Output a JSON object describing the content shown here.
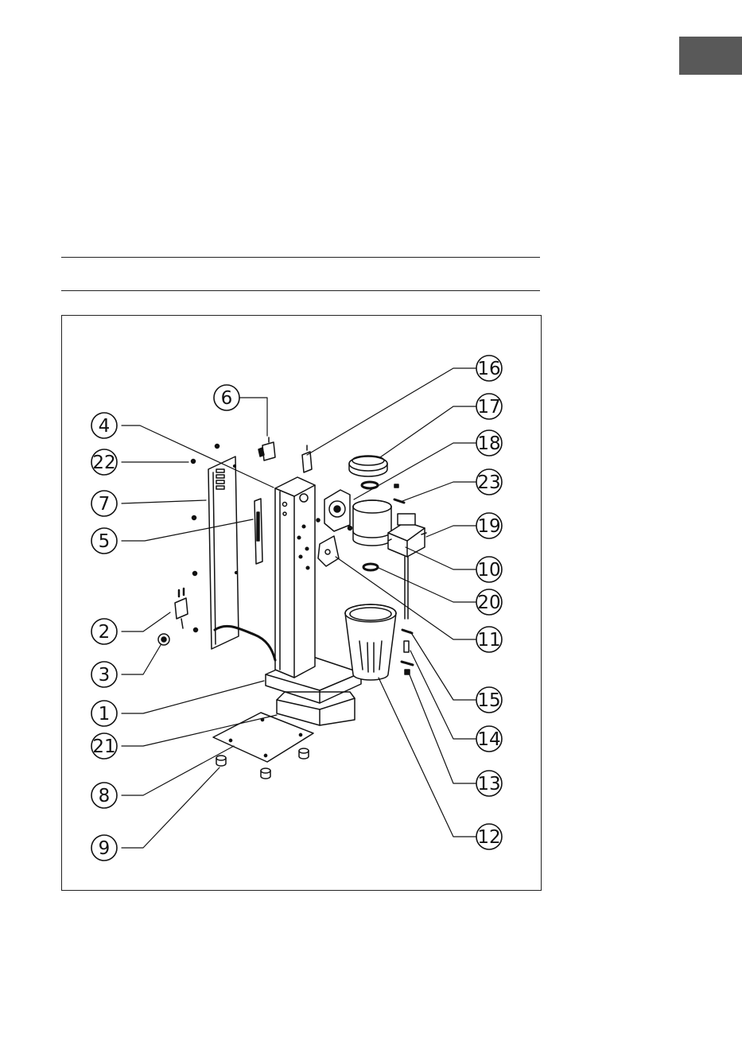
{
  "colors": {
    "tab": "#595959",
    "line": "#222222"
  },
  "diagram": {
    "callouts": [
      {
        "id": "callout-1",
        "label": "1"
      },
      {
        "id": "callout-2",
        "label": "2"
      },
      {
        "id": "callout-3",
        "label": "3"
      },
      {
        "id": "callout-4",
        "label": "4"
      },
      {
        "id": "callout-5",
        "label": "5"
      },
      {
        "id": "callout-6",
        "label": "6"
      },
      {
        "id": "callout-7",
        "label": "7"
      },
      {
        "id": "callout-8",
        "label": "8"
      },
      {
        "id": "callout-9",
        "label": "9"
      },
      {
        "id": "callout-10",
        "label": "10"
      },
      {
        "id": "callout-11",
        "label": "11"
      },
      {
        "id": "callout-12",
        "label": "12"
      },
      {
        "id": "callout-13",
        "label": "13"
      },
      {
        "id": "callout-14",
        "label": "14"
      },
      {
        "id": "callout-15",
        "label": "15"
      },
      {
        "id": "callout-16",
        "label": "16"
      },
      {
        "id": "callout-17",
        "label": "17"
      },
      {
        "id": "callout-18",
        "label": "18"
      },
      {
        "id": "callout-19",
        "label": "19"
      },
      {
        "id": "callout-20",
        "label": "20"
      },
      {
        "id": "callout-21",
        "label": "21"
      },
      {
        "id": "callout-22",
        "label": "22"
      },
      {
        "id": "callout-23",
        "label": "23"
      }
    ]
  }
}
